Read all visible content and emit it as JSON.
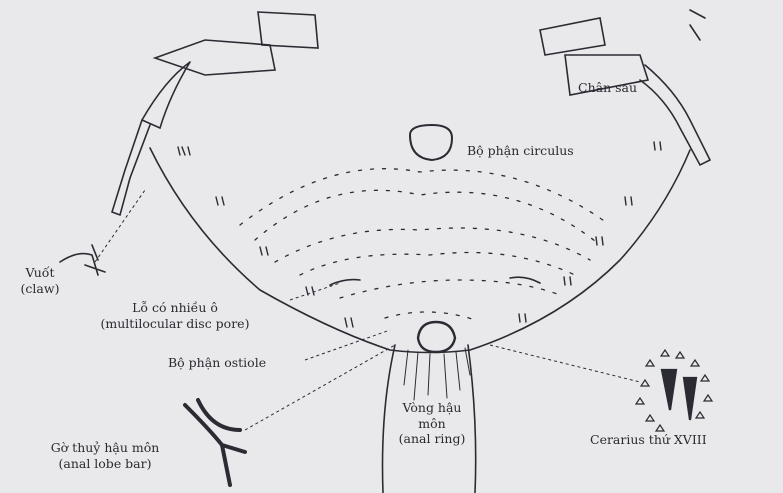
{
  "labels": {
    "chan_sau": "Chân sau",
    "circulus": "Bộ phận circulus",
    "vuot": "Vuốt",
    "claw": "(claw)",
    "disc_pore_vi": "Lỗ có nhiều ô",
    "disc_pore_en": "(multilocular disc pore)",
    "ostiole": "Bộ phận ostiole",
    "vong_hau_mon_1": "Vòng hậu",
    "vong_hau_mon_2": "môn",
    "anal_ring": "(anal ring)",
    "cerarius": "Cerarius thứ XVIII",
    "anal_lobe_vi": "Gờ thuỷ hậu môn",
    "anal_lobe_en": "(anal lobe bar)"
  },
  "colors": {
    "background": "#e9e9ec",
    "ink": "#2a2a30"
  }
}
